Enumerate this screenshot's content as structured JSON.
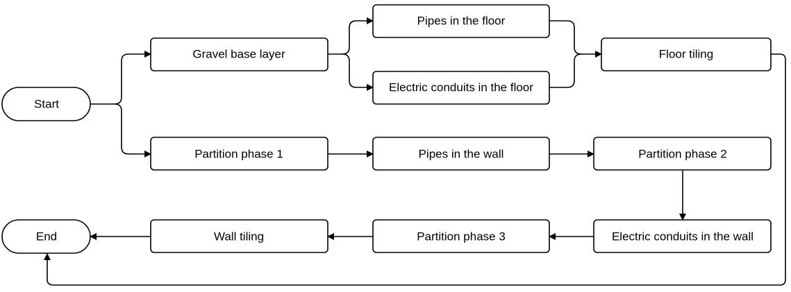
{
  "diagram": {
    "type": "flowchart",
    "nodes": {
      "start": "Start",
      "gravel": "Gravel base layer",
      "pipes_floor": "Pipes in the floor",
      "conduits_floor": "Electric conduits in the floor",
      "floor_tiling": "Floor tiling",
      "partition1": "Partition phase 1",
      "pipes_wall": "Pipes in the wall",
      "partition2": "Partition phase 2",
      "conduits_wall": "Electric conduits in the wall",
      "partition3": "Partition phase 3",
      "wall_tiling": "Wall tiling",
      "end": "End"
    },
    "edges": [
      [
        "start",
        "gravel"
      ],
      [
        "start",
        "partition1"
      ],
      [
        "gravel",
        "pipes_floor"
      ],
      [
        "gravel",
        "conduits_floor"
      ],
      [
        "pipes_floor",
        "floor_tiling"
      ],
      [
        "conduits_floor",
        "floor_tiling"
      ],
      [
        "floor_tiling",
        "end"
      ],
      [
        "partition1",
        "pipes_wall"
      ],
      [
        "pipes_wall",
        "partition2"
      ],
      [
        "partition2",
        "conduits_wall"
      ],
      [
        "conduits_wall",
        "partition3"
      ],
      [
        "partition3",
        "wall_tiling"
      ],
      [
        "wall_tiling",
        "end"
      ]
    ]
  }
}
